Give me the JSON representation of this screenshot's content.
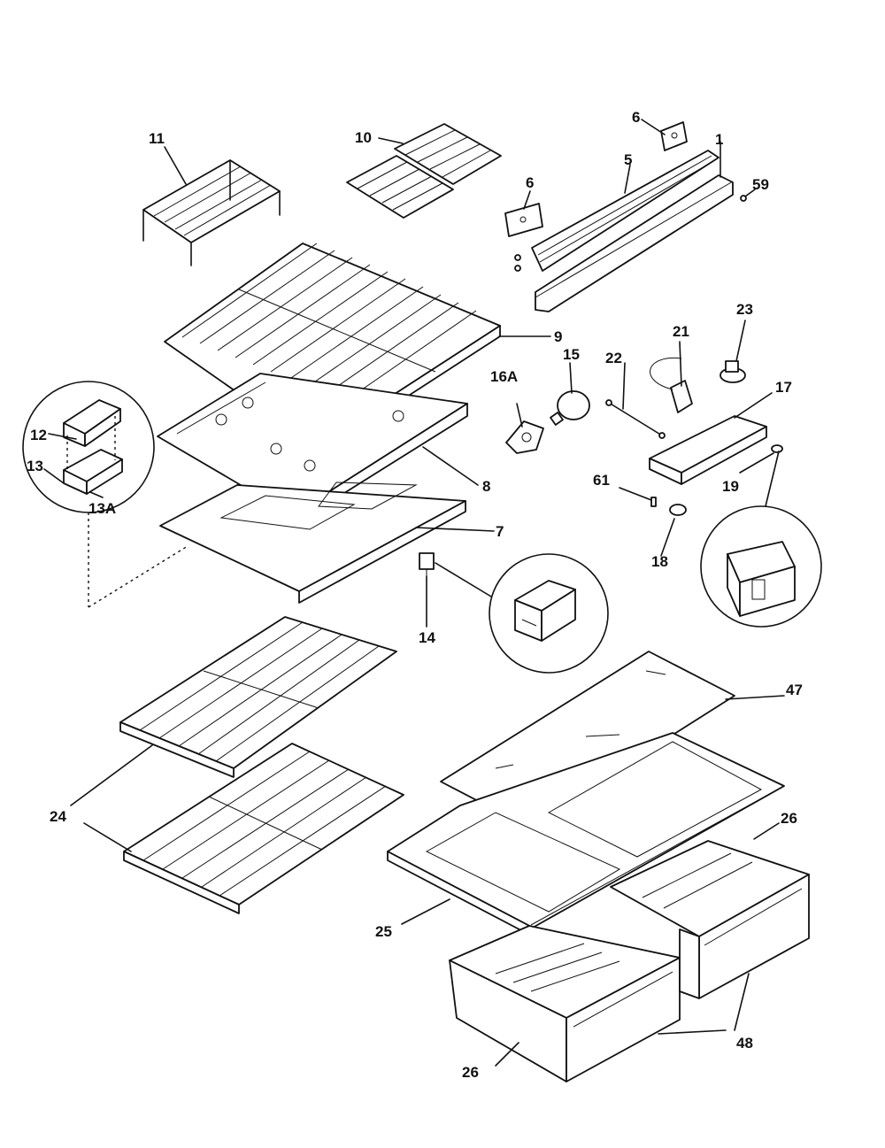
{
  "diagram": {
    "callouts": {
      "p1": "1",
      "p5": "5",
      "p6a": "6",
      "p6b": "6",
      "p7": "7",
      "p8": "8",
      "p9": "9",
      "p10": "10",
      "p11": "11",
      "p12": "12",
      "p13": "13",
      "p13a": "13A",
      "p14": "14",
      "p15": "15",
      "p16a": "16A",
      "p17": "17",
      "p18": "18",
      "p19": "19",
      "p21": "21",
      "p22": "22",
      "p23": "23",
      "p24": "24",
      "p25": "25",
      "p26a": "26",
      "p26b": "26",
      "p47": "47",
      "p48": "48",
      "p59": "59",
      "p61": "61"
    }
  }
}
